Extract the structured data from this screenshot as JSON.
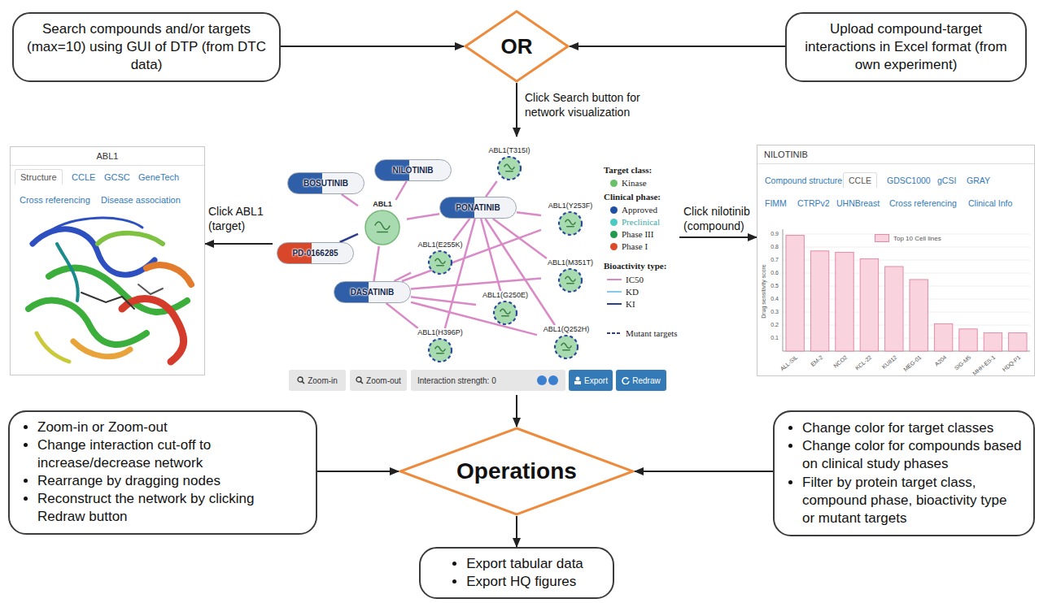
{
  "diagram": {
    "nodes": [
      {
        "text": [
          "Search compounds and/or targets (max=10) using GUI of DTP (from DTC data)"
        ]
      },
      {
        "text": [
          "OR"
        ]
      },
      {
        "text": [
          "Upload compound-target interactions in Excel format (from own experiment)"
        ]
      },
      {
        "text": [
          "ABL1"
        ]
      },
      {
        "text": [
          "Interaction strength: 0"
        ]
      },
      {
        "text": [
          "BOSUTINIB"
        ],
        "in": 4
      },
      {
        "text": [
          "NILOTINIB"
        ],
        "in": 4
      },
      {
        "text": [
          "ABL1"
        ],
        "in": 4
      },
      {
        "text": [
          "PD-0166285"
        ],
        "in": 4
      },
      {
        "text": [
          "PONATINIB"
        ],
        "in": 4
      },
      {
        "text": [
          "DASATINIB"
        ],
        "in": 4
      },
      {
        "text": [
          "ABL1(T315I)"
        ],
        "in": 4
      },
      {
        "text": [
          "ABL1(Y253F)"
        ],
        "in": 4
      },
      {
        "text": [
          "ABL1(E255K)"
        ],
        "in": 4
      },
      {
        "text": [
          "ABL1(M351T)"
        ],
        "in": 4
      },
      {
        "text": [
          "ABL1(G250E)"
        ],
        "in": 4
      },
      {
        "text": [
          "ABL1(Q252H)"
        ],
        "in": 4
      },
      {
        "text": [
          "ABL1(H396P)"
        ],
        "in": 4
      },
      {
        "text": [
          "Zoom-in"
        ],
        "in": 4
      },
      {
        "text": [
          "Zoom-out"
        ],
        "in": 4
      },
      {
        "text": [
          "Export"
        ],
        "in": 4
      },
      {
        "text": [
          "Redraw"
        ],
        "in": 4
      },
      {
        "text": [
          "NILOTINIB"
        ]
      },
      {
        "text": [
          "Zoom-in or Zoom-out",
          "Change interaction cut-off to increase/decrease network",
          "Rearrange by dragging nodes",
          "Reconstruct the network by clicking Redraw button"
        ]
      },
      {
        "text": [
          "Operations"
        ]
      },
      {
        "text": [
          "Change color for target classes",
          "Change color for compounds based on clinical study phases",
          "Filter by protein target class, compound phase, bioactivity type or mutant targets"
        ]
      },
      {
        "text": [
          "Export tabular data",
          "Export HQ figures"
        ]
      }
    ],
    "edges": [
      {
        "from": 0,
        "to": 1,
        "arrow": "to"
      },
      {
        "from": 2,
        "to": 1,
        "arrow": "to"
      },
      {
        "from": 1,
        "to": 4,
        "arrow": "to",
        "label": "Click Search button for network visualization"
      },
      {
        "from": 4,
        "to": 3,
        "arrow": "to",
        "label": "Click ABL1 (target)"
      },
      {
        "from": 4,
        "to": 22,
        "arrow": "to",
        "label": "Click nilotinib (compound)"
      },
      {
        "from": 4,
        "to": 24,
        "arrow": "to"
      },
      {
        "from": 23,
        "to": 24,
        "arrow": "to"
      },
      {
        "from": 25,
        "to": 24,
        "arrow": "to"
      },
      {
        "from": 24,
        "to": 26,
        "arrow": "to"
      },
      {
        "from": 5,
        "to": 7,
        "arrow": "none"
      },
      {
        "from": 6,
        "to": 7,
        "arrow": "none"
      },
      {
        "from": 9,
        "to": 7,
        "arrow": "none"
      },
      {
        "from": 10,
        "to": 7,
        "arrow": "none"
      },
      {
        "from": 8,
        "to": 7,
        "arrow": "none"
      },
      {
        "from": 9,
        "to": 11,
        "arrow": "none"
      },
      {
        "from": 9,
        "to": 12,
        "arrow": "none"
      },
      {
        "from": 9,
        "to": 13,
        "arrow": "none"
      },
      {
        "from": 9,
        "to": 14,
        "arrow": "none"
      },
      {
        "from": 9,
        "to": 15,
        "arrow": "none"
      },
      {
        "from": 9,
        "to": 16,
        "arrow": "none"
      },
      {
        "from": 9,
        "to": 17,
        "arrow": "none"
      },
      {
        "from": 10,
        "to": 13,
        "arrow": "none"
      },
      {
        "from": 10,
        "to": 12,
        "arrow": "none"
      },
      {
        "from": 10,
        "to": 14,
        "arrow": "none"
      },
      {
        "from": 10,
        "to": 15,
        "arrow": "none"
      },
      {
        "from": 10,
        "to": 16,
        "arrow": "none"
      },
      {
        "from": 10,
        "to": 17,
        "arrow": "none"
      }
    ],
    "labels": [
      "Structure",
      "CCLE",
      "GCSC",
      "GeneTech",
      "Cross referencing",
      "Disease association",
      "Compound structure",
      "CCLE",
      "GDSC1000",
      "gCSI",
      "GRAY",
      "FIMM",
      "CTRPv2",
      "UHNBreast",
      "Cross referencing",
      "Clinical Info",
      "Drug sensitivity score",
      "0.9",
      "0.8",
      "0.7",
      "0.6",
      "0.5",
      "0.4",
      "0.3",
      "0.2",
      "0.1",
      "ALL-SIL",
      "EM-2",
      "NCO2",
      "KCL-22",
      "KU812",
      "MEG-01",
      "A204",
      "SIG-M5",
      "MHH-ES-1",
      "HDQ-P1",
      "Target class:",
      "Clinical phase:",
      "Bioactivity type:"
    ],
    "legend": [
      {
        "text": "Kinase",
        "color": "#6abf69"
      },
      {
        "text": "Approved",
        "color": "#1f4fa0"
      },
      {
        "text": "Preclinical",
        "color": "#4cc9c3"
      },
      {
        "text": "Phase III",
        "color": "#1f9a50"
      },
      {
        "text": "Phase I",
        "color": "#dd4a2a"
      },
      {
        "text": "IC50"
      },
      {
        "text": "KD"
      },
      {
        "text": "KI"
      },
      {
        "text": "Mutant targets"
      },
      {
        "text": "Top 10 Cell lines",
        "color": "#f9d3dd"
      }
    ]
  }
}
